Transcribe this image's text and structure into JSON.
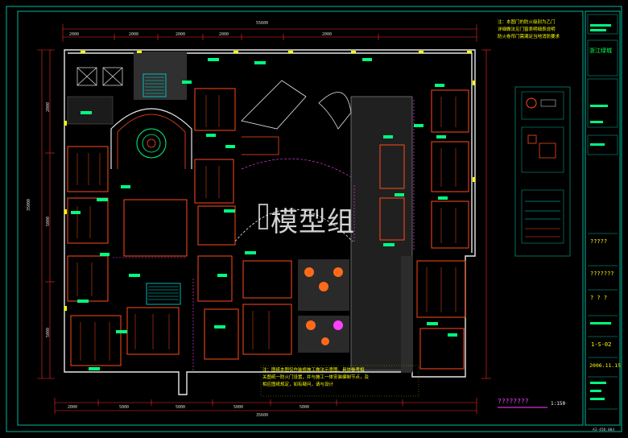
{
  "drawing": {
    "overall_width_dim": "55600",
    "overall_height_dim": "35000",
    "top_segment_dims": [
      "2000",
      "2000",
      "2000",
      "2000",
      "2000"
    ],
    "bottom_segment_dims": [
      "2000",
      "5000",
      "5000",
      "5000",
      "5000"
    ],
    "bottom_overall_dim": "35600",
    "left_side_dims": [
      "2000",
      "5000",
      "5000"
    ]
  },
  "notes": {
    "top_right": [
      "注：本图门的防火级别为乙门",
      "详细做法见门窗表明细表说明",
      "防火卷帘门需满足当地消防要求"
    ],
    "bottom_center": [
      "注：图纸本图仅作装修施工做法示意图，具体参考相",
      "关图纸一防火门设置，并与施工一体安装编制节点，及",
      "相应图纸规定，如有疑问，请与设计"
    ]
  },
  "watermark": "模型组",
  "scale": {
    "label": "????????",
    "value": "1:150"
  },
  "title_block": {
    "company": "浙江绿城",
    "fields": [
      "?????",
      "???????",
      "? ? ?"
    ],
    "drawing_no": "1-S-02",
    "date": "2006.11.15",
    "sheet_code": "A3-450.004"
  },
  "colors": {
    "frame": "#00b8a0",
    "wall": "#e8e8e8",
    "partition": "#ff4a1a",
    "ceiling": "#00ff80",
    "annotation": "#ffff00",
    "stair": "#00e0e0",
    "light": "#ff40ff",
    "dim_line": "#ff2a2a"
  }
}
